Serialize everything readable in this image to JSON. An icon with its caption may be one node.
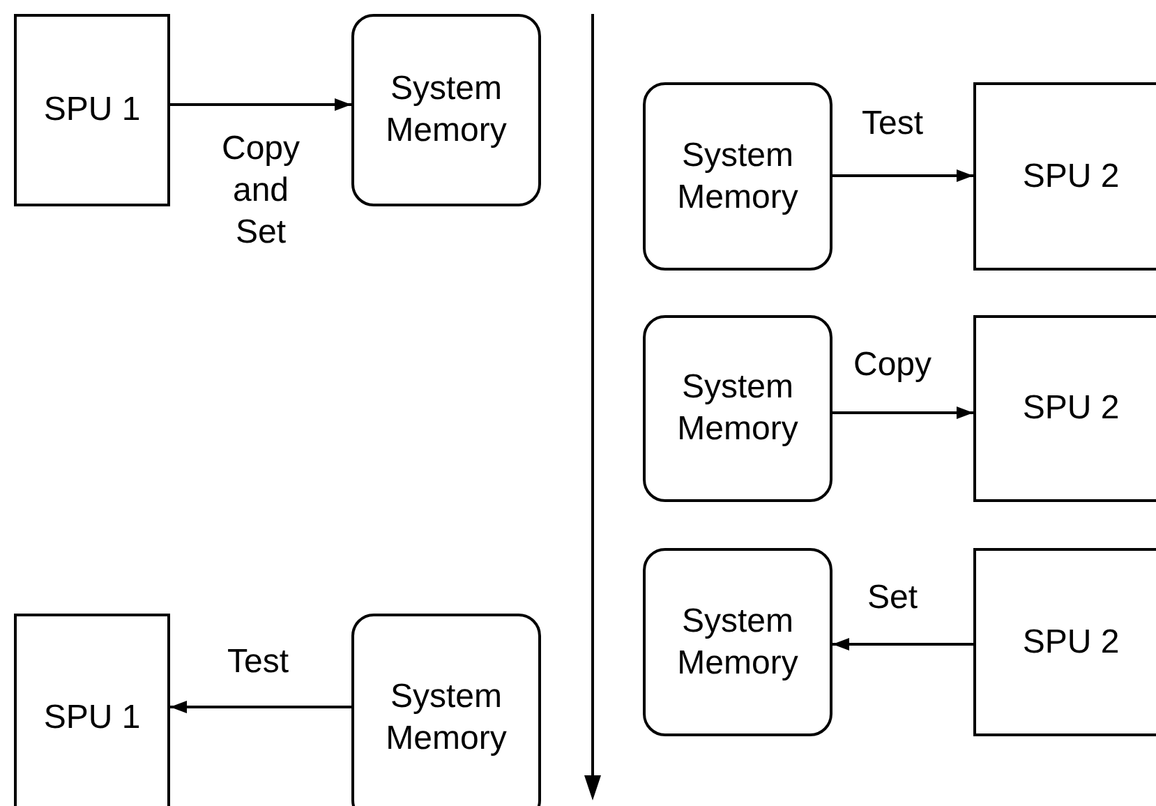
{
  "diagram": {
    "nodes": [
      {
        "text": [
          "SPU 1"
        ]
      },
      {
        "text": [
          "System Memory"
        ]
      },
      {
        "text": [
          "System Memory"
        ]
      },
      {
        "text": [
          "SPU 2"
        ]
      },
      {
        "text": [
          "System Memory"
        ]
      },
      {
        "text": [
          "SPU 2"
        ]
      },
      {
        "text": [
          "System Memory"
        ]
      },
      {
        "text": [
          "SPU 2"
        ]
      },
      {
        "text": [
          "SPU 1"
        ]
      },
      {
        "text": [
          "System Memory"
        ]
      }
    ],
    "edges": [
      {
        "from": 0,
        "to": 1,
        "arrow": "to",
        "label": "Copy and Set"
      },
      {
        "from": 2,
        "to": 3,
        "arrow": "to",
        "label": "Test"
      },
      {
        "from": 4,
        "to": 5,
        "arrow": "to",
        "label": "Copy"
      },
      {
        "from": 7,
        "to": 6,
        "arrow": "to",
        "label": "Set"
      },
      {
        "from": 9,
        "to": 8,
        "arrow": "to",
        "label": "Test"
      }
    ]
  }
}
